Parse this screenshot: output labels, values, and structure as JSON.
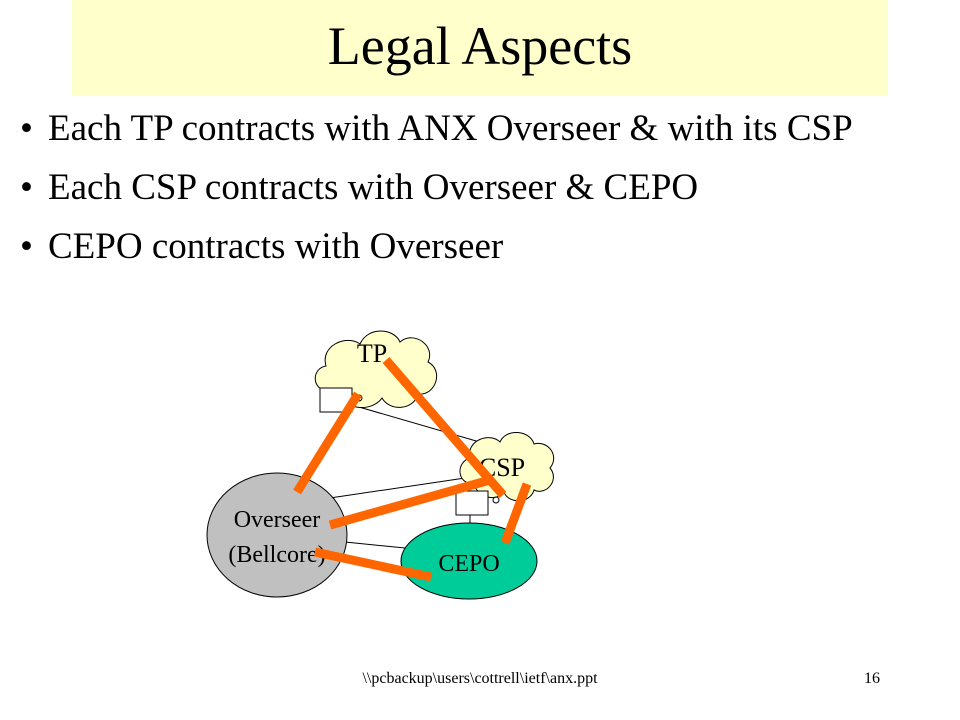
{
  "slide": {
    "title": "Legal Aspects",
    "bullets": [
      "Each TP contracts with ANX Overseer & with its CSP",
      "Each CSP contracts with Overseer & CEPO",
      "CEPO contracts with Overseer"
    ]
  },
  "diagram": {
    "tp_label": "TP",
    "csp_label": "CSP",
    "overseer_label_line1": "Overseer",
    "overseer_label_line2": "(Bellcore)",
    "cepo_label": "CEPO",
    "colors": {
      "cloud_fill": "#ffffcc",
      "overseer_fill": "#c0c0c0",
      "cepo_fill": "#00cc99",
      "contract_line": "#ff6600"
    }
  },
  "footer": {
    "path": "\\\\pcbackup\\users\\cottrell\\ietf\\anx.ppt",
    "page_number": "16"
  }
}
